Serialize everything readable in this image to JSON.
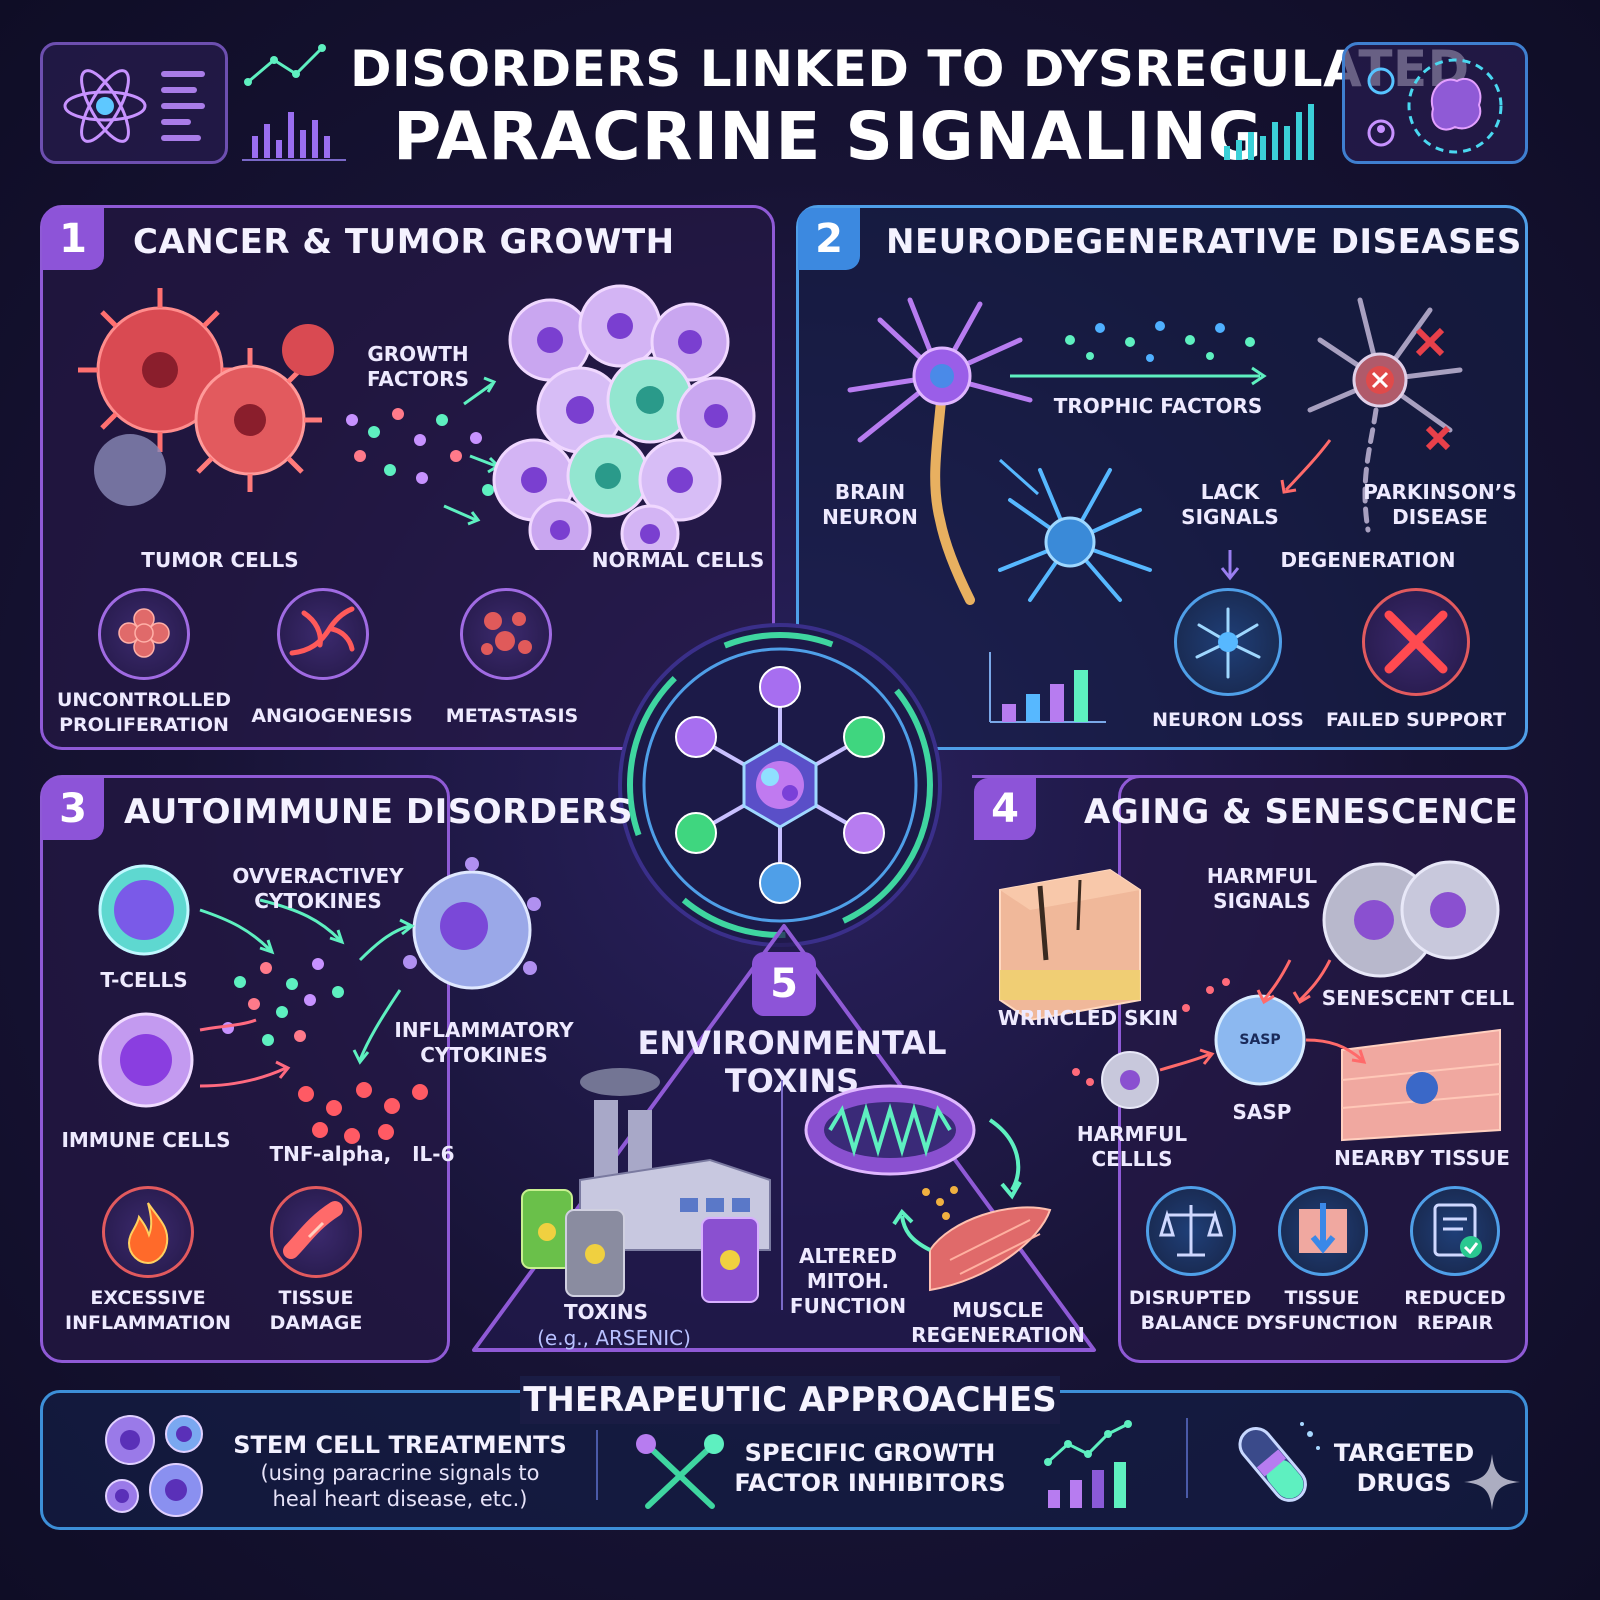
{
  "title": {
    "line1": "DISORDERS LINKED TO DYSREGULATED",
    "line2": "PARACRINE SIGNALING"
  },
  "panels": [
    {
      "number": "1",
      "title": "CANCER & TUMOR GROWTH",
      "labels": {
        "growth_factors": "GROWTH\nFACTORS",
        "tumor_cells": "TUMOR CELLS",
        "normal_cells": "NORMAL CELLS"
      },
      "icons": [
        {
          "name": "cluster-icon",
          "label": "UNCONTROLLED\nPROLIFERATION"
        },
        {
          "name": "vessel-icon",
          "label": "ANGIOGENESIS"
        },
        {
          "name": "spread-icon",
          "label": "METASTASIS"
        }
      ]
    },
    {
      "number": "2",
      "title": "NEURODEGENERATIVE DISEASES",
      "labels": {
        "trophic_factors": "TROPHIC FACTORS",
        "brain_neuron": "BRAIN\nNEURON",
        "lack_signals": "LACK\nSIGNALS",
        "parkinsons": "PARKINSON’S\nDISEASE",
        "degeneration": "DEGENERATION"
      },
      "icons": [
        {
          "name": "neuron-icon",
          "label": "NEURON LOSS"
        },
        {
          "name": "x-icon",
          "label": "FAILED SUPPORT"
        }
      ]
    },
    {
      "number": "3",
      "title": "AUTOIMMUNE DISORDERS",
      "labels": {
        "overactive": "OVVERACTIVEY\nCYTOKINES",
        "t_cells": "T-CELLS",
        "inflammatory": "INFLAMMATORY\nCYTOKINES",
        "immune_cells": "IMMUNE CELLS",
        "tnf": "TNF-alpha,   IL-6"
      },
      "icons": [
        {
          "name": "flame-icon",
          "label": "EXCESSIVE\nINFLAMMATION"
        },
        {
          "name": "tissue-icon",
          "label": "TISSUE\nDAMAGE"
        }
      ]
    },
    {
      "number": "4",
      "title": "AGING & SENESCENCE",
      "labels": {
        "harmful_signals": "HARMFUL\nSIGNALS",
        "wrinkled_skin": "WRINCLED SKIN",
        "senescent_cell": "SENESCENT CELL",
        "sasp_badge": "SASP",
        "sasp": "SASP",
        "harmful_cells": "HARMFUL\nCELLLS",
        "nearby_tissue": "NEARBY TISSUE"
      },
      "icons": [
        {
          "name": "scale-icon",
          "label": "DISRUPTED\nBALANCE"
        },
        {
          "name": "tissue-down-icon",
          "label": "TISSUE\nDYSFUNCTION"
        },
        {
          "name": "clipboard-check-icon",
          "label": "REDUCED\nREPAIR"
        }
      ]
    },
    {
      "number": "5",
      "title": "ENVIRONMENTAL\nTOXINS",
      "labels": {
        "toxins": "TOXINS",
        "toxins_example": "(e.g., ARSENIC)",
        "altered": "ALTERED\nMITOH.\nFUNCTION",
        "muscle": "MUSCLE\nREGENERATION"
      }
    }
  ],
  "therapy": {
    "title": "THERAPEUTIC APPROACHES",
    "items": [
      {
        "label": "STEM CELL TREATMENTS",
        "sub": "(using paracrine signals to\nheal heart disease, etc.)"
      },
      {
        "label": "SPECIFIC GROWTH\nFACTOR INHIBITORS"
      },
      {
        "label": "TARGETED\nDRUGS"
      }
    ]
  },
  "colors": {
    "purple": "#8f5ad6",
    "blue": "#4f9fe8",
    "green": "#3fd6a0",
    "red": "#e0505a"
  }
}
